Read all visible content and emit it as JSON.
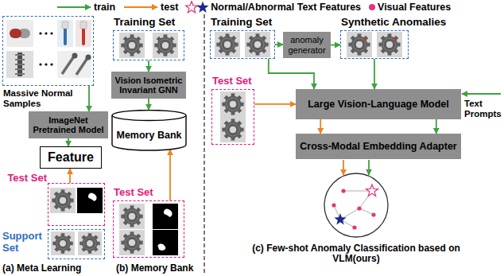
{
  "diagram": {
    "nodes": [
      {
        "text": [
          "Massive Normal Samples"
        ]
      },
      {
        "text": [
          "ImageNet Pretrained Model"
        ]
      },
      {
        "text": [
          "Feature"
        ]
      },
      {
        "text": [
          "Test Set"
        ]
      },
      {
        "text": [
          "Support Set"
        ]
      },
      {
        "text": [
          "Training Set"
        ]
      },
      {
        "text": [
          "Vision Isometric Invariant GNN"
        ]
      },
      {
        "text": [
          "Memory Bank"
        ]
      },
      {
        "text": [
          "Test Set"
        ]
      },
      {
        "text": [
          "Training Set"
        ]
      },
      {
        "text": [
          "anomaly generator"
        ]
      },
      {
        "text": [
          "Synthetic Anomalies"
        ]
      },
      {
        "text": [
          "Test Set"
        ]
      },
      {
        "text": [
          "Large Vision-Language Model"
        ]
      },
      {
        "text": [
          "Cross-Modal Embedding Adapter"
        ]
      }
    ],
    "edges": [
      {
        "from": 0,
        "to": 1,
        "arrow": "to"
      },
      {
        "from": 1,
        "to": 2,
        "arrow": "to"
      },
      {
        "from": 3,
        "to": 2,
        "arrow": "to"
      },
      {
        "from": 5,
        "to": 6,
        "arrow": "to"
      },
      {
        "from": 6,
        "to": 7,
        "arrow": "to"
      },
      {
        "from": 8,
        "to": 7,
        "arrow": "to"
      },
      {
        "from": 9,
        "to": 10,
        "arrow": "to"
      },
      {
        "from": 10,
        "to": 11,
        "arrow": "to"
      },
      {
        "from": 9,
        "to": 13,
        "arrow": "to"
      },
      {
        "from": 11,
        "to": 13,
        "arrow": "to"
      },
      {
        "from": 12,
        "to": 13,
        "arrow": "to"
      },
      {
        "from": 13,
        "to": 14,
        "arrow": "to"
      },
      {
        "from": 13,
        "to": 14,
        "arrow": "to"
      }
    ],
    "labels": [
      "Text Prompts",
      "(a) Meta Learning",
      "(b) Memory Bank",
      "(c) Few-shot Anomaly Classification based on VLM(ours)"
    ],
    "legend": [
      {
        "text": "train"
      },
      {
        "text": "test"
      },
      {
        "text": "Normal/Abnormal Text Features"
      },
      {
        "text": "Visual Features",
        "color": "#e6337a"
      }
    ]
  }
}
